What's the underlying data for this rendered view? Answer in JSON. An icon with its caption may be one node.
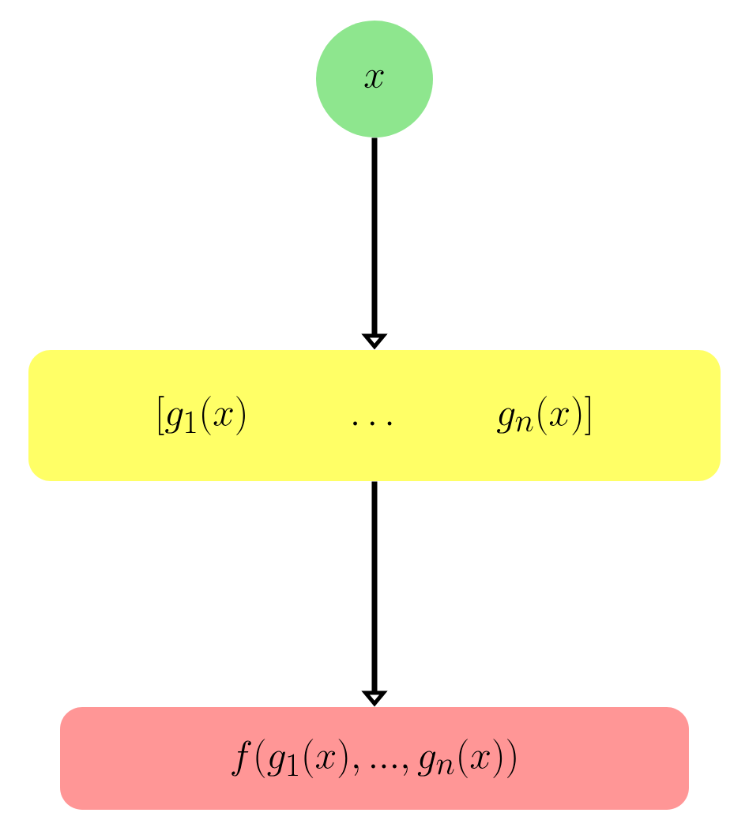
{
  "diagram": {
    "nodes": [
      {
        "text": [
          "x"
        ]
      },
      {
        "text": [
          "\\left[g_1(x)\\quad\\quad\\ldots\\quad\\quad g_n(x)\\right]"
        ]
      },
      {
        "text": [
          "f(g_1(x),...,g_n(x))"
        ]
      }
    ],
    "edges": [
      {
        "from": 0,
        "to": 1,
        "arrow": "to"
      },
      {
        "from": 1,
        "to": 2,
        "arrow": "to"
      }
    ]
  }
}
